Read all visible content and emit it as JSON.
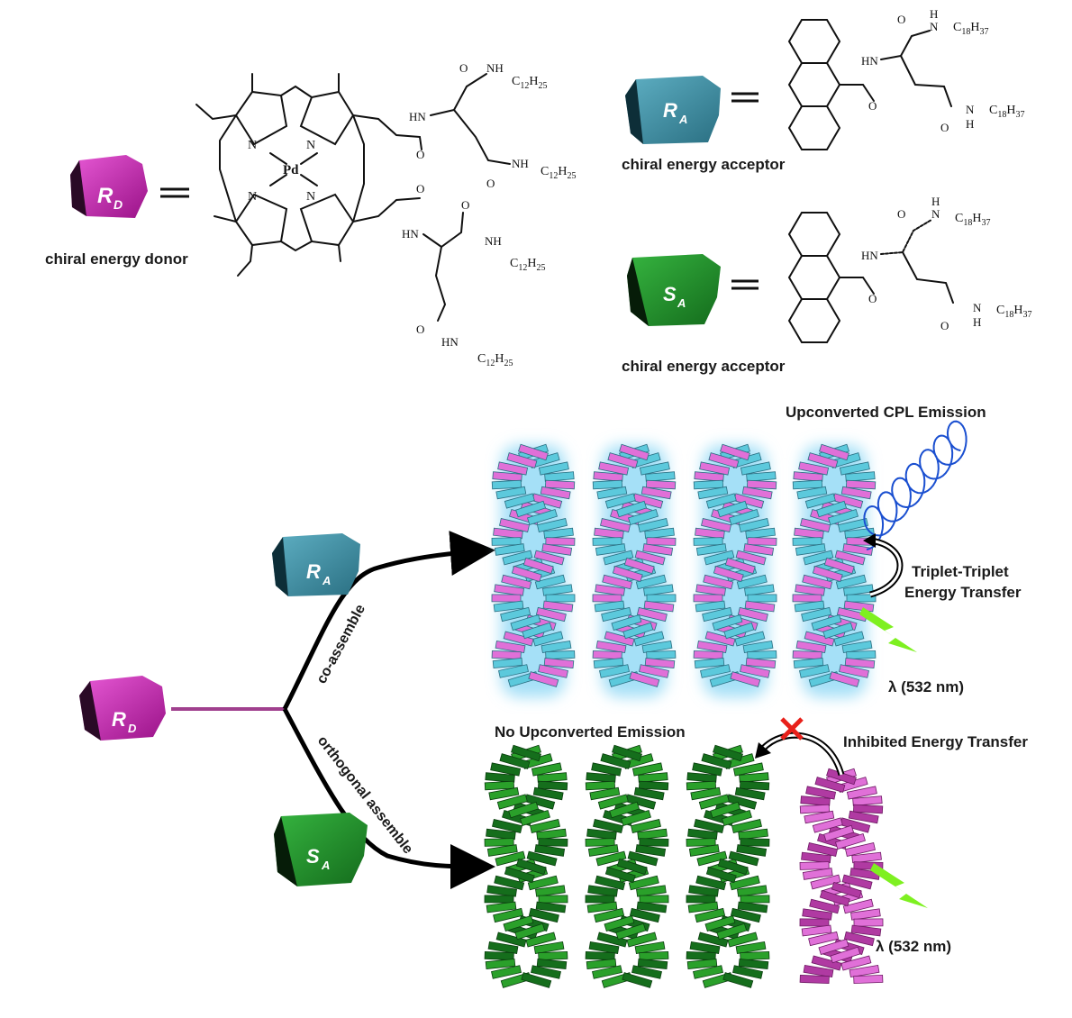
{
  "labels": {
    "donor_caption": "chiral energy donor",
    "acceptor_caption_r": "chiral energy acceptor",
    "acceptor_caption_s": "chiral energy acceptor",
    "upconverted_cpl": "Upconverted CPL Emission",
    "ttet_line1": "Triplet-Triplet",
    "ttet_line2": "Energy Transfer",
    "wavelength_top": "λ (532 nm)",
    "wavelength_bottom": "λ (532 nm)",
    "no_upconverted": "No Upconverted Emission",
    "inhibited": "Inhibited Energy Transfer",
    "co_assemble": "co-assemble",
    "orthogonal": "orthogonal assemble"
  },
  "shapes": {
    "rd_main": "R",
    "rd_sub": "D",
    "ra_main": "R",
    "ra_sub": "A",
    "sa_main": "S",
    "sa_sub": "A"
  },
  "chem": {
    "pd": "Pd",
    "n": "N",
    "o": "O",
    "hn": "HN",
    "nh": "NH",
    "h": "H",
    "c12": "C",
    "c12_sub": "12",
    "h25": "H",
    "h25_sub": "25",
    "c18_sub": "18",
    "h37_sub": "37"
  },
  "colors": {
    "donor": "#d02ab8",
    "acceptor_r": "#3b8fa3",
    "acceptor_s": "#1f8f2a",
    "helix_cyan": "#5cc9dc",
    "helix_pink": "#e070d8",
    "helix_green": "#2aa02a",
    "glow": "#8fd8f5",
    "laser": "#7ef020",
    "cpl": "#1a4fd0",
    "cross": "#e8201a"
  }
}
